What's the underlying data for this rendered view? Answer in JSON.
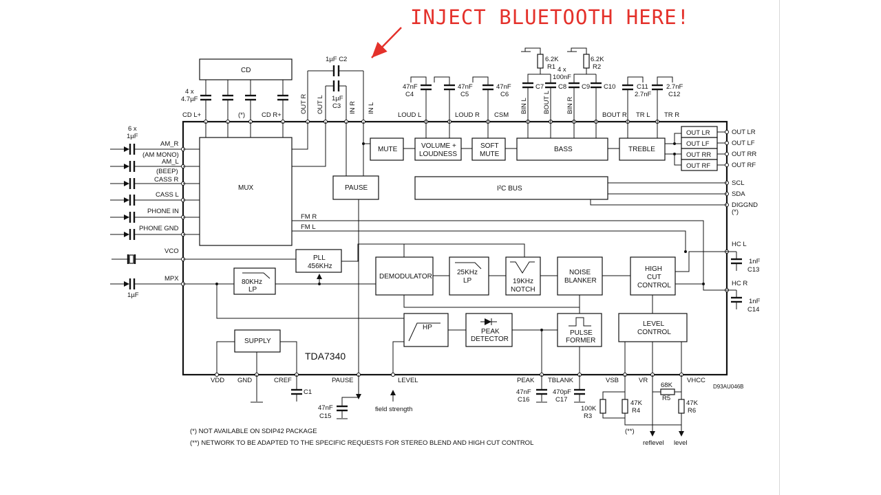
{
  "annotation": {
    "text": "INJECT BLUETOOTH HERE!",
    "color": "#e4312b"
  },
  "chip": {
    "name": "TDA7340",
    "code": "D93AU046B"
  },
  "blocks": {
    "cd": "CD",
    "mux": "MUX",
    "mute": "MUTE",
    "volume_1": "VOLUME +",
    "volume_2": "LOUDNESS",
    "soft_1": "SOFT",
    "soft_2": "MUTE",
    "bass": "BASS",
    "treble": "TREBLE",
    "pause": "PAUSE",
    "i2c": "I²C BUS",
    "pll_1": "PLL",
    "pll_2": "456KHz",
    "lp80_1": "80KHz",
    "lp80_2": "LP",
    "demod": "DEMODULATOR",
    "lp25_1": "25KHz",
    "lp25_2": "LP",
    "notch_1": "19KHz",
    "notch_2": "NOTCH",
    "noise_1": "NOISE",
    "noise_2": "BLANKER",
    "hc_1": "HIGH",
    "hc_2": "CUT",
    "hc_3": "CONTROL",
    "hp": "HP",
    "peak_1": "PEAK",
    "peak_2": "DETECTOR",
    "pulse_1": "PULSE",
    "pulse_2": "FORMER",
    "level_1": "LEVEL",
    "level_2": "CONTROL",
    "supply": "SUPPLY",
    "outputs": [
      "OUT LR",
      "OUT LF",
      "OUT RR",
      "OUT RF"
    ]
  },
  "labels": {
    "c2": "1µF C2",
    "c3_1": "1µF",
    "c3_2": "C3",
    "cd_caps_1": "4 x",
    "cd_caps_2": "4.7µF",
    "cd_l": "CD L+",
    "star": "(*)",
    "cd_r": "CD R+",
    "out_r": "OUT R",
    "out_l": "OUT L",
    "in_r": "IN R",
    "in_l": "IN L",
    "in_caps_1": "6 x",
    "in_caps_2": "1µF",
    "am_r": "AM_R",
    "am_mono": "(AM MONO)",
    "am_l": "AM_L",
    "beep": "(BEEP)",
    "cass_r": "CASS R",
    "cass_l": "CASS L",
    "phone_in": "PHONE IN",
    "phone_gnd": "PHONE GND",
    "vco": "VCO",
    "mpx": "MPX",
    "mpx_cap": "1µF",
    "c4_1": "47nF",
    "c4_2": "C4",
    "c5_1": "47nF",
    "c5_2": "C5",
    "c6_1": "47nF",
    "c6_2": "C6",
    "loud_l": "LOUD L",
    "loud_r": "LOUD R",
    "csm": "CSM",
    "bin_l": "BIN L",
    "bout_l": "BOUT L",
    "bin_r": "BIN R",
    "bout_r": "BOUT R",
    "tr_l": "TR L",
    "tr_r": "TR R",
    "r1_1": "6.2K",
    "r1_2": "R1",
    "r2_1": "6.2K",
    "r2_2": "R2",
    "c_bass_1": "4 x",
    "c_bass_2": "100nF",
    "c7": "C7",
    "c8": "C8",
    "c9": "C9",
    "c10": "C10",
    "c11_1": "C11",
    "c11_2": "2.7nF",
    "c12_1": "2.7nF",
    "c12_2": "C12",
    "out_lr": "OUT LR",
    "out_lf": "OUT LF",
    "out_rr": "OUT RR",
    "out_rf": "OUT RF",
    "scl": "SCL",
    "sda": "SDA",
    "diggnd": "DIGGND",
    "diggnd_star": "(*)",
    "fm_r": "FM R",
    "fm_l": "FM L",
    "hc_l": "HC L",
    "c13_1": "1nF",
    "c13_2": "C13",
    "hc_r": "HC R",
    "c14_1": "1nF",
    "c14_2": "C14",
    "vdd": "VDD",
    "gnd": "GND",
    "cref": "CREF",
    "c1": "C1",
    "pause_pin": "PAUSE",
    "level_pin": "LEVEL",
    "field": "field strength",
    "c15_1": "47nF",
    "c15_2": "C15",
    "peak_pin": "PEAK",
    "c16_1": "47nF",
    "c16_2": "C16",
    "tblank": "TBLANK",
    "c17_1": "470pF",
    "c17_2": "C17",
    "vsb": "VSB",
    "vr": "VR",
    "vhcc": "VHCC",
    "r3_1": "100K",
    "r3_2": "R3",
    "r4_1": "47K",
    "r4_2": "R4",
    "r5_1": "68K",
    "r5_2": "R5",
    "r6_1": "47K",
    "r6_2": "R6",
    "dstar": "(**)",
    "reflevel": "reflevel",
    "level_out": "level"
  },
  "notes": [
    "(*)  NOT AVAILABLE ON SDIP42 PACKAGE",
    "(**) NETWORK TO BE ADAPTED TO THE SPECIFIC REQUESTS FOR STEREO BLEND AND HIGH CUT CONTROL"
  ]
}
